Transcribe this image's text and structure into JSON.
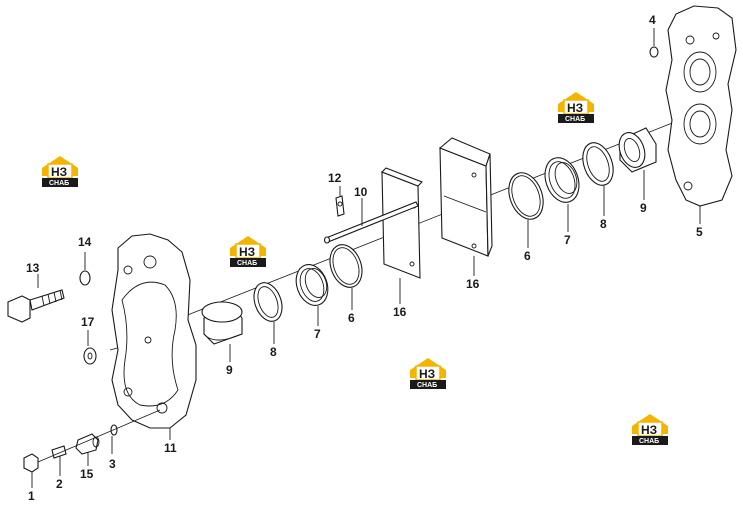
{
  "diagram": {
    "callouts": [
      {
        "id": "c1",
        "text": "1"
      },
      {
        "id": "c2",
        "text": "2"
      },
      {
        "id": "c3",
        "text": "3"
      },
      {
        "id": "c15",
        "text": "15"
      },
      {
        "id": "c11",
        "text": "11"
      },
      {
        "id": "c9a",
        "text": "9"
      },
      {
        "id": "c8a",
        "text": "8"
      },
      {
        "id": "c7a",
        "text": "7"
      },
      {
        "id": "c6a",
        "text": "6"
      },
      {
        "id": "c16a",
        "text": "16"
      },
      {
        "id": "c17",
        "text": "17"
      },
      {
        "id": "c13",
        "text": "13"
      },
      {
        "id": "c14",
        "text": "14"
      },
      {
        "id": "c12",
        "text": "12"
      },
      {
        "id": "c10",
        "text": "10"
      },
      {
        "id": "c16b",
        "text": "16"
      },
      {
        "id": "c6b",
        "text": "6"
      },
      {
        "id": "c7b",
        "text": "7"
      },
      {
        "id": "c8b",
        "text": "8"
      },
      {
        "id": "c9b",
        "text": "9"
      },
      {
        "id": "c5",
        "text": "5"
      },
      {
        "id": "c4",
        "text": "4"
      }
    ],
    "watermark": {
      "mark": "НЗ",
      "caption": "СНАБ",
      "color": "#f5b400"
    }
  }
}
